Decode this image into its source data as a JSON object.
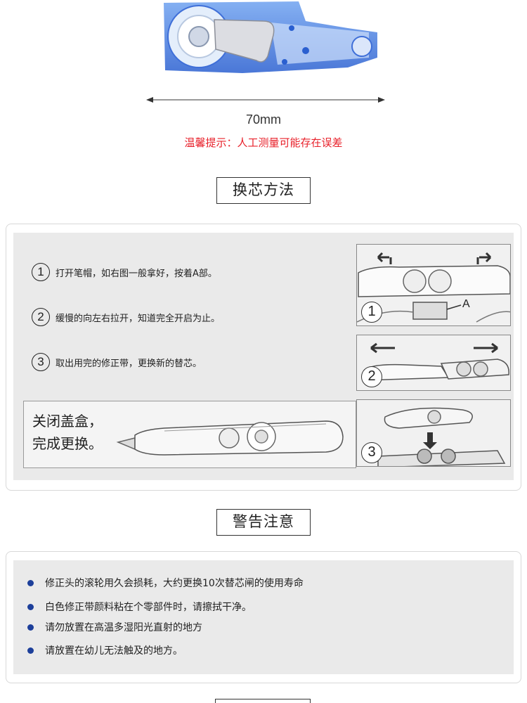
{
  "product": {
    "measure_label": "70mm",
    "tip": "温馨提示：人工测量可能存在误差"
  },
  "section1": {
    "title": "换芯方法"
  },
  "steps": [
    {
      "num": "1",
      "text": "打开笔帽，如右图一般拿好，按着A部。"
    },
    {
      "num": "2",
      "text": "缓慢的向左右拉开，知道完全开启为止。"
    },
    {
      "num": "3",
      "text": "取出用完的修正带，更换新的替芯。"
    }
  ],
  "close": {
    "line1": "关闭盖盒，",
    "line2": "完成更换。"
  },
  "illustrations": [
    {
      "badge": "1",
      "label": "A"
    },
    {
      "badge": "2"
    },
    {
      "badge": "3"
    }
  ],
  "section2": {
    "title": "警告注意"
  },
  "warnings": [
    "修正头的滚轮用久会损耗，大约更换10次替芯闸的使用寿命",
    "白色修正带颜料粘在个零部件时，请擦拭干净。",
    "请勿放置在高温多湿阳光直射的地方",
    "请放置在幼儿无法触及的地方。"
  ],
  "colors": {
    "tip": "#e8202a",
    "bullet": "#1d3f9a",
    "product_blue": "#2f6fe0"
  }
}
